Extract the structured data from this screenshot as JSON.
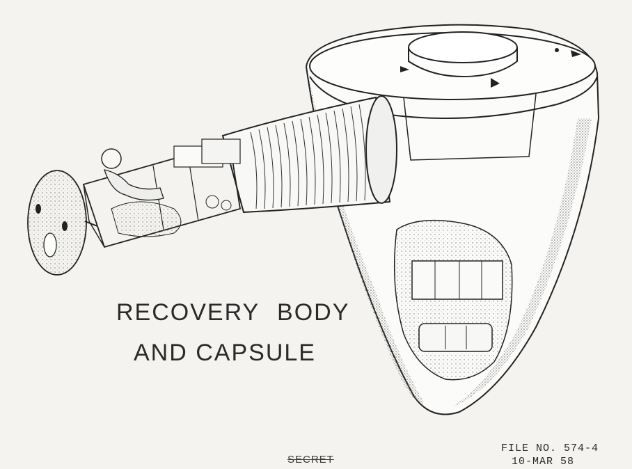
{
  "title": {
    "line1": "RECOVERY BODY",
    "line2": "AND CAPSULE"
  },
  "file": {
    "number": "FILE NO. 574-4",
    "date": "10-MAR 58"
  },
  "stamp": "SECRET",
  "colors": {
    "paper": "#f4f3ef",
    "ink": "#2a2a2a",
    "stipple": "#8a8a8a"
  }
}
